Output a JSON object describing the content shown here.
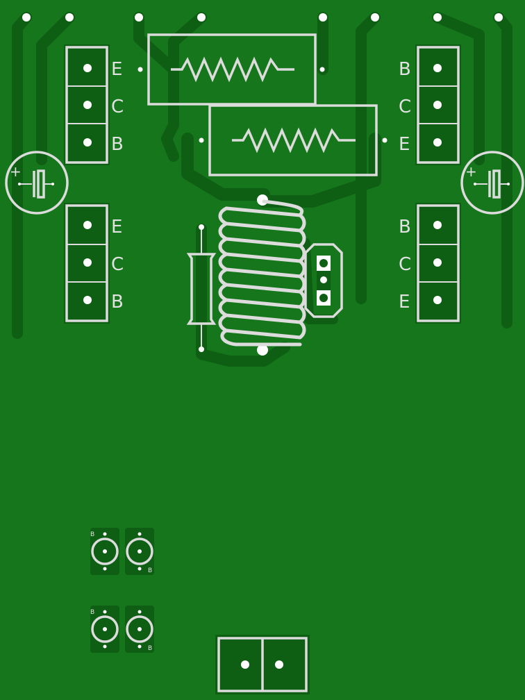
{
  "board": {
    "background": "#16761c",
    "copper": "#0e5e14",
    "silkscreen": "#dcdcdc"
  },
  "transistors": {
    "left_top": {
      "pins": [
        "E",
        "C",
        "B"
      ]
    },
    "left_bottom": {
      "pins": [
        "E",
        "C",
        "B"
      ]
    },
    "right_top": {
      "pins": [
        "B",
        "C",
        "E"
      ]
    },
    "right_bottom": {
      "pins": [
        "B",
        "C",
        "E"
      ]
    }
  },
  "capacitors": {
    "polarity_mark": "+"
  },
  "small_components": {
    "pin_mark": "B"
  }
}
